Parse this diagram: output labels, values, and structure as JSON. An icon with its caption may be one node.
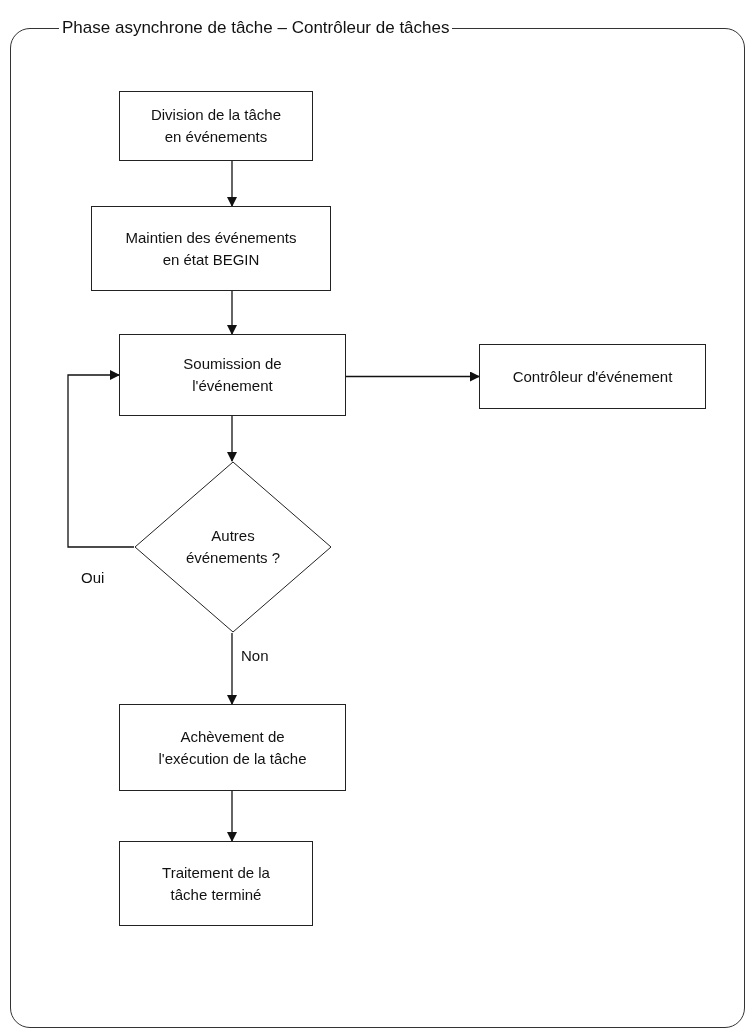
{
  "diagram": {
    "nodes": [
      {
        "text": [
          "Phase asynchrone de tâche – Contrôleur de tâches"
        ]
      },
      {
        "text": [
          "Division de la tâche en événements"
        ],
        "in": 0
      },
      {
        "text": [
          "Maintien des événements en état BEGIN"
        ],
        "in": 0
      },
      {
        "text": [
          "Soumission de l'événement"
        ],
        "in": 0
      },
      {
        "text": [
          "Contrôleur d'événement"
        ],
        "in": 0
      },
      {
        "text": [
          "Autres événements ?"
        ],
        "in": 0
      },
      {
        "text": [
          "Achèvement de l'exécution de la tâche"
        ],
        "in": 0
      },
      {
        "text": [
          "Traitement de la tâche terminé"
        ],
        "in": 0
      }
    ],
    "edges": [
      {
        "from": 1,
        "to": 2,
        "arrow": "to"
      },
      {
        "from": 2,
        "to": 3,
        "arrow": "to"
      },
      {
        "from": 3,
        "to": 4,
        "arrow": "to"
      },
      {
        "from": 3,
        "to": 5,
        "arrow": "to"
      },
      {
        "from": 5,
        "to": 3,
        "arrow": "to",
        "label": "Oui"
      },
      {
        "from": 5,
        "to": 6,
        "arrow": "to",
        "label": "Non"
      },
      {
        "from": 6,
        "to": 7,
        "arrow": "to"
      }
    ]
  }
}
